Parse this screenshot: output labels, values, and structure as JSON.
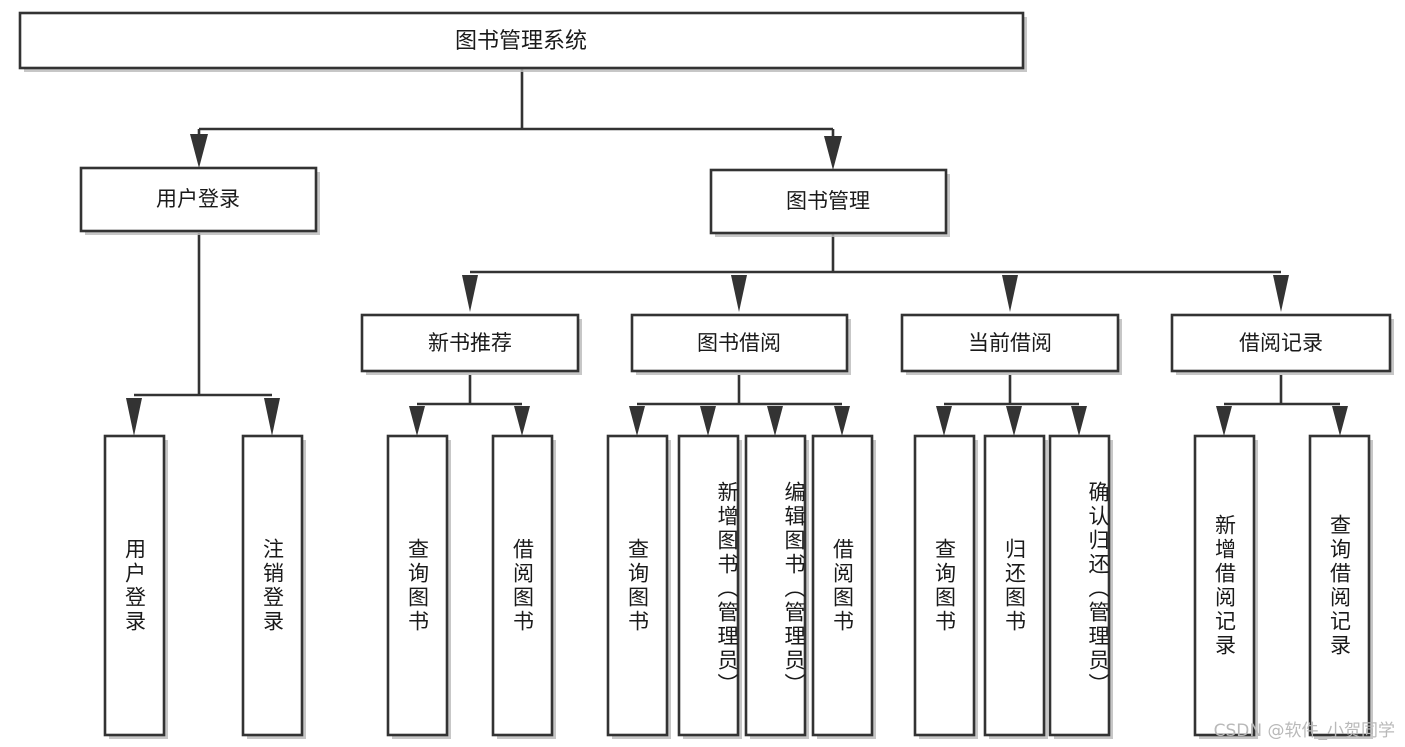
{
  "diagram": {
    "type": "hierarchy-tree",
    "title_node": {
      "label": "图书管理系统"
    },
    "level2": [
      {
        "label": "用户登录"
      },
      {
        "label": "图书管理"
      }
    ],
    "level3": [
      {
        "label": "新书推荐"
      },
      {
        "label": "图书借阅"
      },
      {
        "label": "当前借阅"
      },
      {
        "label": "借阅记录"
      }
    ],
    "leaves": {
      "user_login": [
        {
          "label": "用户登录"
        },
        {
          "label": "注销登录"
        }
      ],
      "new_book_recommend": [
        {
          "label": "查询图书"
        },
        {
          "label": "借阅图书"
        }
      ],
      "book_borrow": [
        {
          "label": "查询图书"
        },
        {
          "label": "新增图书（管理员）"
        },
        {
          "label": "编辑图书（管理员）"
        },
        {
          "label": "借阅图书"
        }
      ],
      "current_borrow": [
        {
          "label": "查询图书"
        },
        {
          "label": "归还图书"
        },
        {
          "label": "确认归还（管理员）"
        }
      ],
      "borrow_record": [
        {
          "label": "新增借阅记录"
        },
        {
          "label": "查询借阅记录"
        }
      ]
    },
    "watermark": {
      "text": "CSDN @软件_小贺同学"
    },
    "colors": {
      "background": "#ffffff",
      "box_stroke": "#333333",
      "box_fill": "#ffffff",
      "box_shadow": "#bdbdbd",
      "text": "#1a1a1a",
      "watermark_text": "#b9b9b9"
    }
  }
}
